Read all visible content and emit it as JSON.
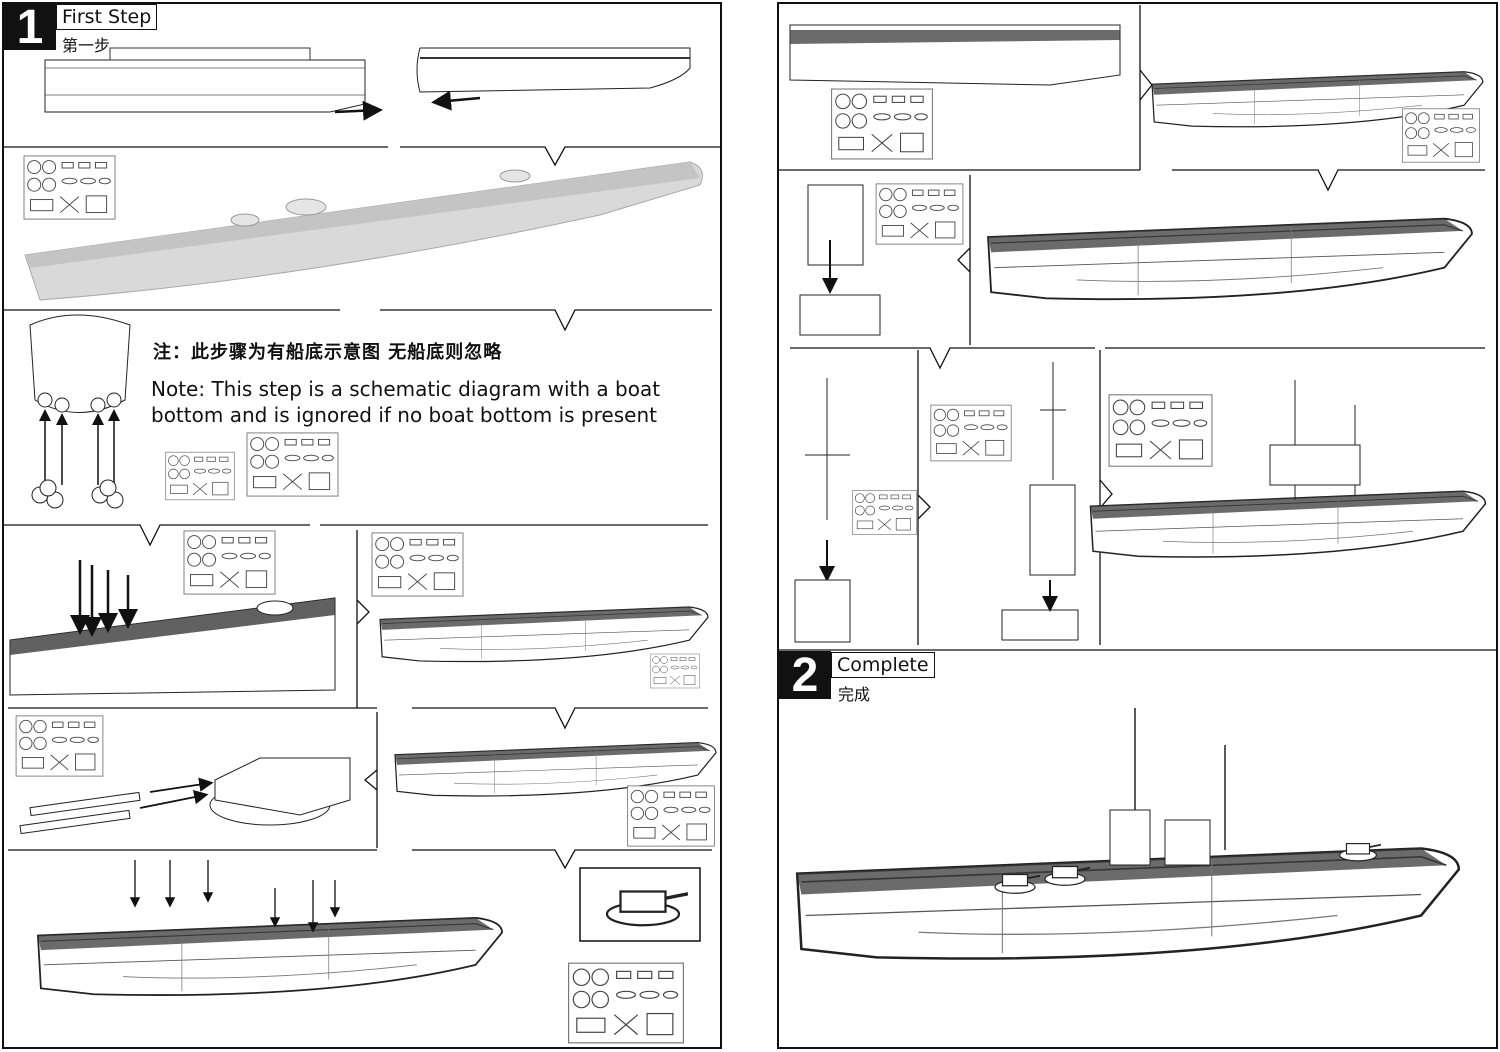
{
  "step1": {
    "number": "1",
    "title": "First Step",
    "subtitle": "第一步",
    "note_cn": "注：此步骤为有船底示意图 无船底则忽略",
    "note_en": "Note: This step is a schematic diagram with a boat bottom and is ignored if no boat bottom is present"
  },
  "step2": {
    "number": "2",
    "title": "Complete",
    "subtitle": "完成"
  }
}
